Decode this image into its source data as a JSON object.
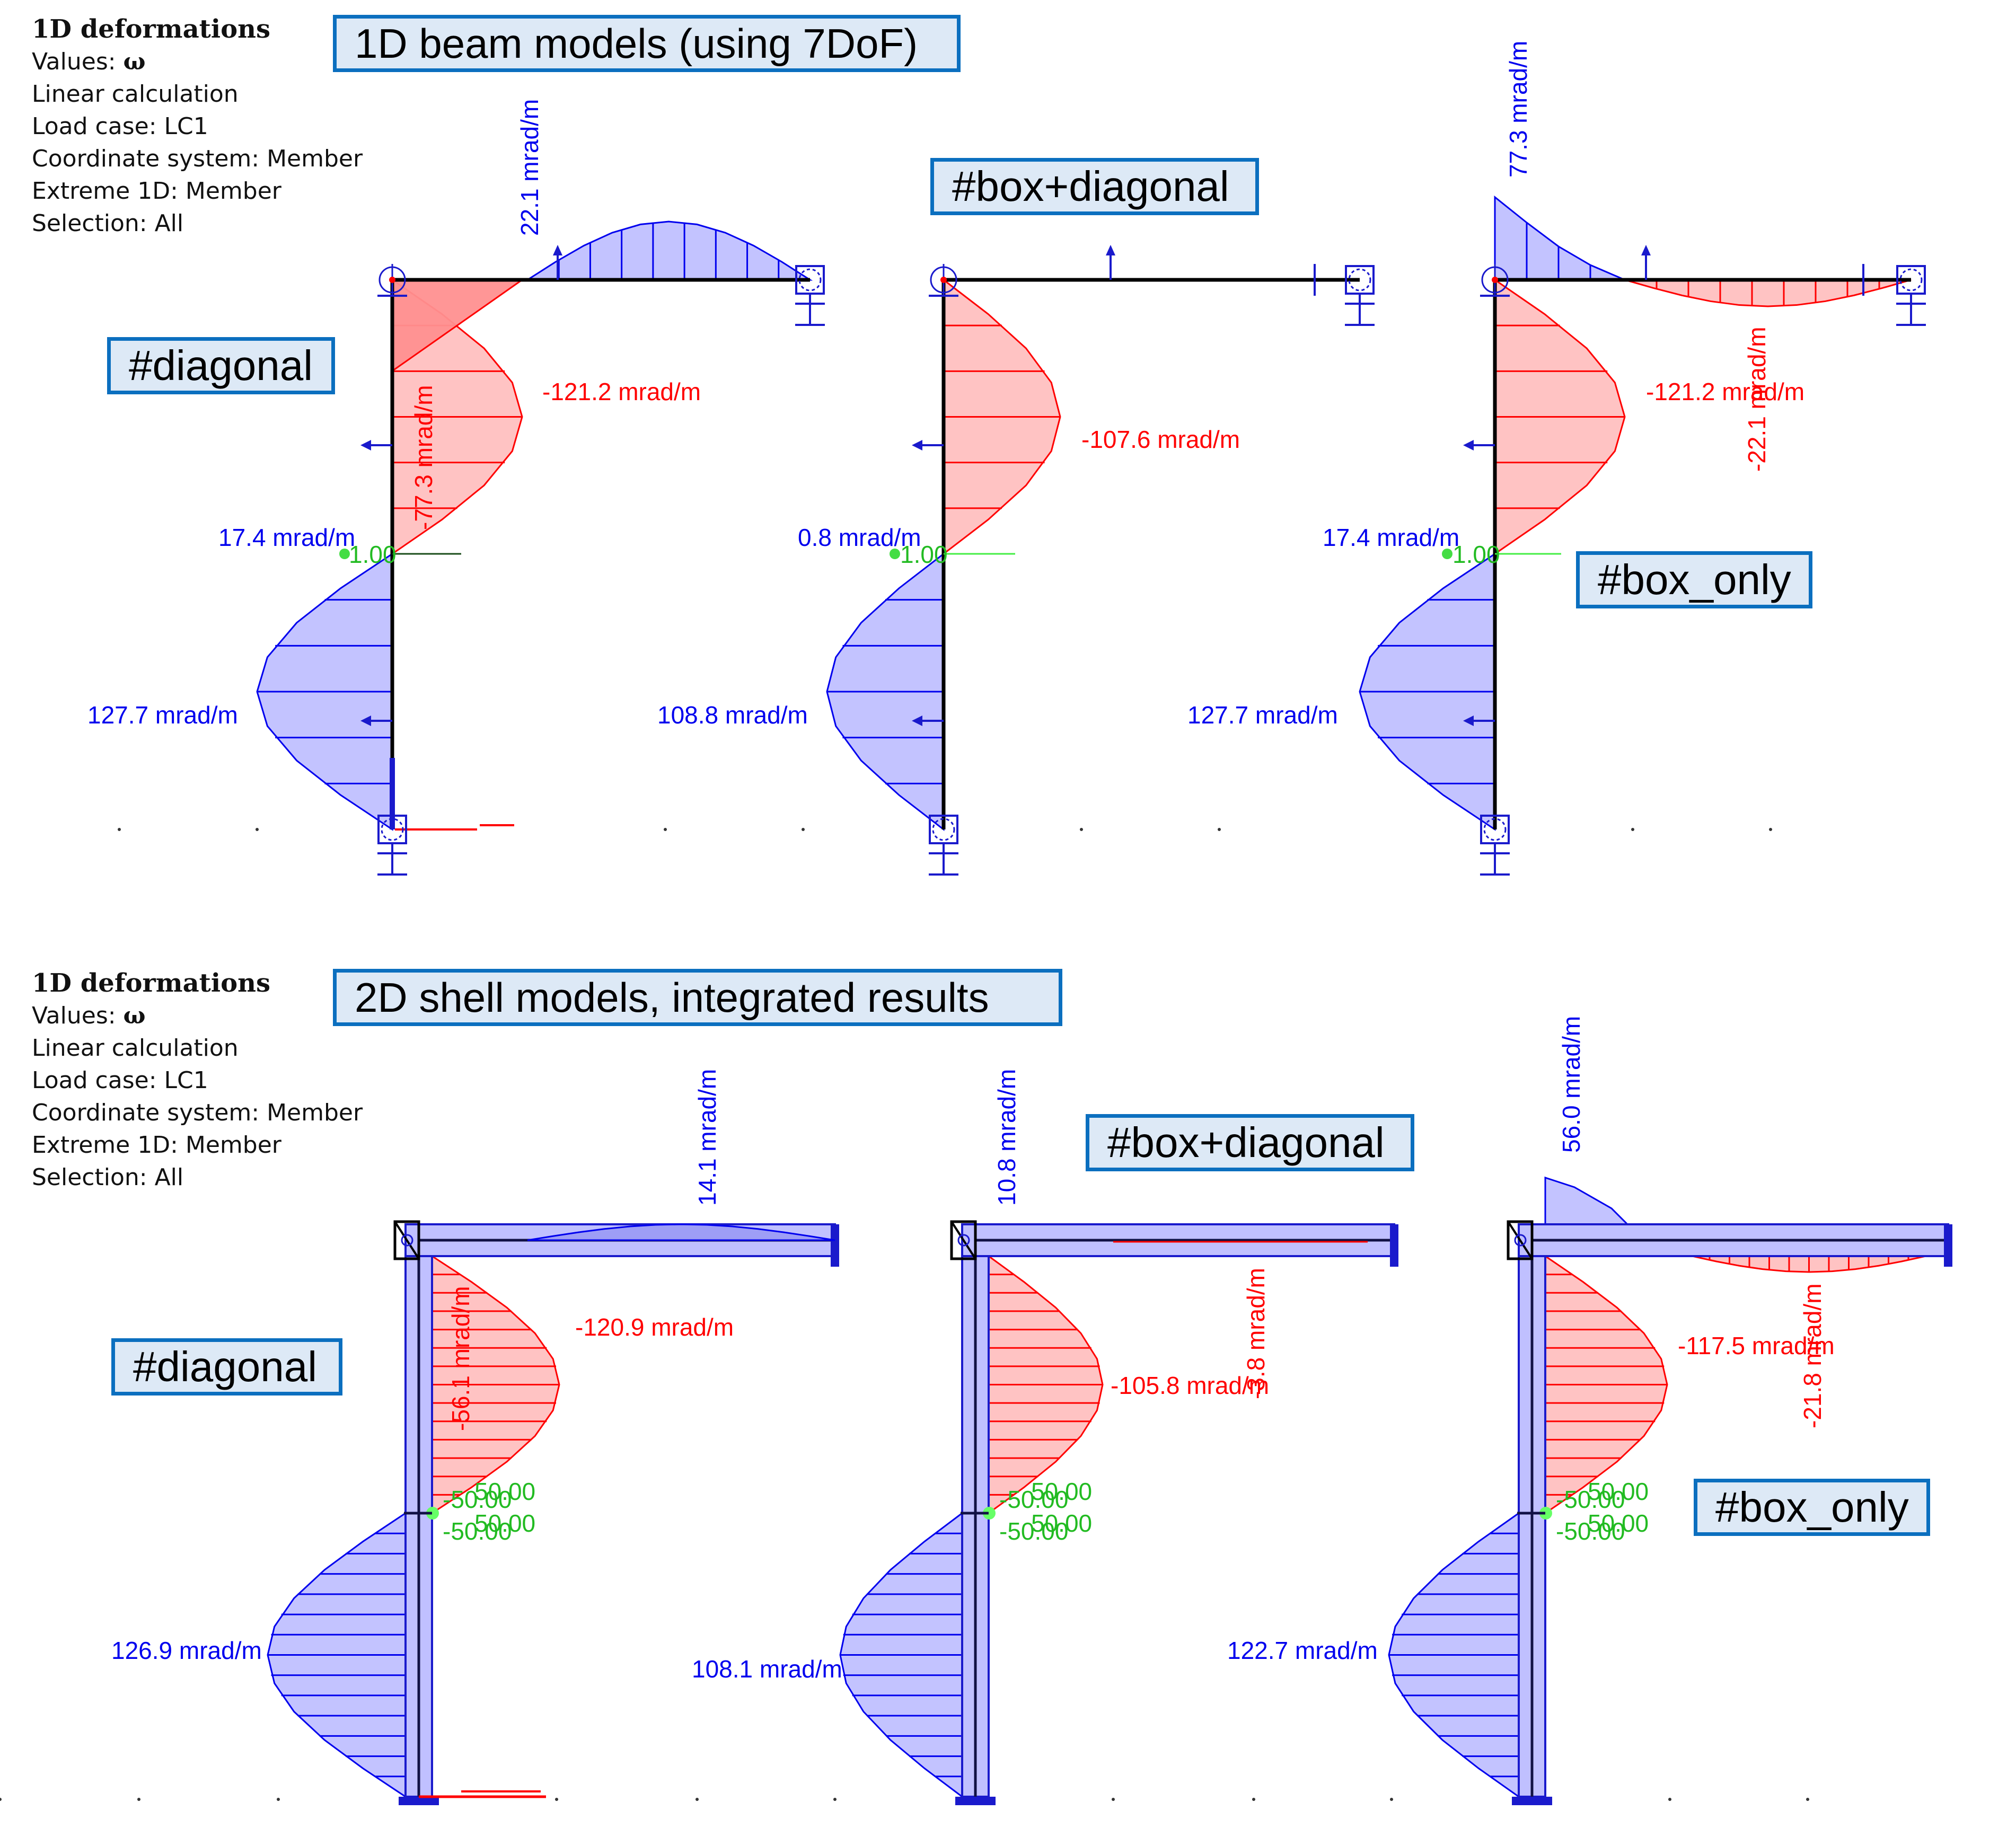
{
  "sections": [
    {
      "id": "beam",
      "info": {
        "title": "1D deformations",
        "values_label": "Values:",
        "values_symbol": "ω",
        "calc": "Linear calculation",
        "load_case": "Load case:  LC1",
        "coord_system": "Coordinate system:  Member",
        "extreme": "Extreme  1D: Member",
        "selection": "Selection:  All"
      },
      "heading": "1D beam models (using 7DoF)",
      "models": [
        {
          "tag": "#diagonal",
          "beam_label": "22.1 mrad/m",
          "column_neg_label": "-121.2 mrad/m",
          "column_inner_label": "-77.3 mrad/m",
          "mid_label": "17.4 mrad/m",
          "mid_marker": "1.00",
          "column_pos_label": "127.7 mrad/m"
        },
        {
          "tag": "#box+diagonal",
          "column_neg_label": "-107.6 mrad/m",
          "mid_label": "0.8 mrad/m",
          "mid_marker": "1.00",
          "column_pos_label": "108.8 mrad/m"
        },
        {
          "tag": "#box_only",
          "top_label": "77.3 mrad/m",
          "column_neg_label": "-121.2 mrad/m",
          "beam_neg_label": "-22.1 mrad/m",
          "mid_label": "17.4 mrad/m",
          "mid_marker": "1.00",
          "column_pos_label": "127.7 mrad/m"
        }
      ]
    },
    {
      "id": "shell",
      "info": {
        "title": "1D deformations",
        "values_label": "Values:",
        "values_symbol": "ω",
        "calc": "Linear calculation",
        "load_case": "Load case:  LC1",
        "coord_system": "Coordinate system:  Member",
        "extreme": "Extreme  1D: Member",
        "selection": "Selection:  All"
      },
      "heading": "2D shell models, integrated results",
      "models": [
        {
          "tag": "#diagonal",
          "beam_label": "14.1 mrad/m",
          "column_neg_label": "-120.9 mrad/m",
          "column_inner_label": "-56.1 mrad/m",
          "green_a": "-50.00",
          "green_b": "50.00",
          "column_pos_label": "126.9 mrad/m"
        },
        {
          "tag": "#box+diagonal",
          "top_label": "10.8 mrad/m",
          "column_neg_label": "-105.8 mrad/m",
          "beam_neg_label": "-3.8 mrad/m",
          "green_a": "-50.00",
          "green_b": "50.00",
          "column_pos_label": "108.1 mrad/m"
        },
        {
          "tag": "#box_only",
          "top_label": "56.0 mrad/m",
          "column_neg_label": "-117.5 mrad/m",
          "beam_neg_label": "-21.8 mrad/m",
          "green_a": "-50.00",
          "green_b": "50.00",
          "column_pos_label": "122.7 mrad/m"
        }
      ]
    }
  ],
  "colors": {
    "positive_fill": "#c0c0ff",
    "positive_line": "#0000ee",
    "negative_fill": "#ffc0c0",
    "negative_line": "#ff0000",
    "member": "#000000",
    "marker": "#22bb22",
    "tag_fill": "#dde9f6",
    "tag_border": "#0b6fbf"
  }
}
